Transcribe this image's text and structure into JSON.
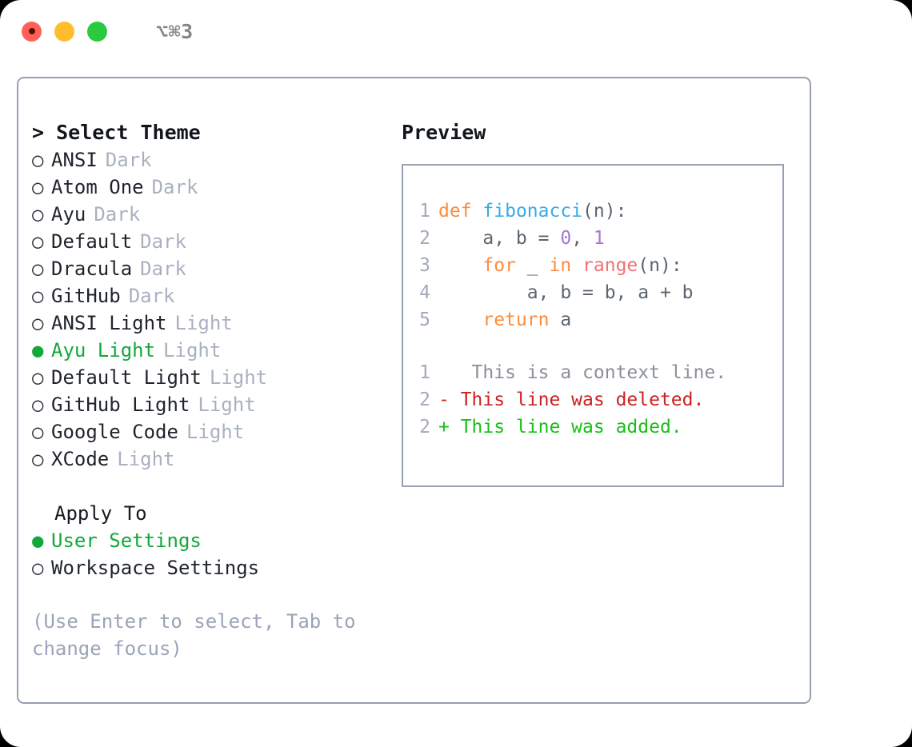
{
  "titlebar": {
    "shortcut": "⌥⌘3",
    "buttons": [
      {
        "name": "close",
        "color": "#ff6058"
      },
      {
        "name": "minimize",
        "color": "#ffbd2e"
      },
      {
        "name": "maximize",
        "color": "#2ac940"
      }
    ]
  },
  "left": {
    "heading": "> Select Theme",
    "themes": [
      {
        "bullet": "○",
        "name": "ANSI",
        "kind": "Dark",
        "selected": false
      },
      {
        "bullet": "○",
        "name": "Atom One",
        "kind": "Dark",
        "selected": false
      },
      {
        "bullet": "○",
        "name": "Ayu",
        "kind": "Dark",
        "selected": false
      },
      {
        "bullet": "○",
        "name": "Default",
        "kind": "Dark",
        "selected": false
      },
      {
        "bullet": "○",
        "name": "Dracula",
        "kind": "Dark",
        "selected": false
      },
      {
        "bullet": "○",
        "name": "GitHub",
        "kind": "Dark",
        "selected": false
      },
      {
        "bullet": "○",
        "name": "ANSI Light",
        "kind": "Light",
        "selected": false
      },
      {
        "bullet": "●",
        "name": "Ayu Light",
        "kind": "Light",
        "selected": true
      },
      {
        "bullet": "○",
        "name": "Default Light",
        "kind": "Light",
        "selected": false
      },
      {
        "bullet": "○",
        "name": "GitHub Light",
        "kind": "Light",
        "selected": false
      },
      {
        "bullet": "○",
        "name": "Google Code",
        "kind": "Light",
        "selected": false
      },
      {
        "bullet": "○",
        "name": "XCode",
        "kind": "Light",
        "selected": false
      }
    ],
    "apply_to": {
      "heading": "Apply To",
      "options": [
        {
          "bullet": "●",
          "label": "User Settings",
          "selected": true
        },
        {
          "bullet": "○",
          "label": "Workspace Settings",
          "selected": false
        }
      ]
    },
    "hint": "(Use Enter to select, Tab to change focus)"
  },
  "right": {
    "heading": "Preview",
    "code_lines": [
      {
        "lineno": "1",
        "tokens": [
          {
            "t": "def",
            "c": "kw"
          },
          {
            "t": " ",
            "c": "plain"
          },
          {
            "t": "fibonacci",
            "c": "fn"
          },
          {
            "t": "(n):",
            "c": "plain"
          }
        ]
      },
      {
        "lineno": "2",
        "tokens": [
          {
            "t": "    a, b = ",
            "c": "plain"
          },
          {
            "t": "0",
            "c": "num"
          },
          {
            "t": ", ",
            "c": "plain"
          },
          {
            "t": "1",
            "c": "num"
          }
        ]
      },
      {
        "lineno": "3",
        "tokens": [
          {
            "t": "    ",
            "c": "plain"
          },
          {
            "t": "for",
            "c": "kw"
          },
          {
            "t": " _ ",
            "c": "plain"
          },
          {
            "t": "in",
            "c": "kw"
          },
          {
            "t": " ",
            "c": "plain"
          },
          {
            "t": "range",
            "c": "call"
          },
          {
            "t": "(n):",
            "c": "plain"
          }
        ]
      },
      {
        "lineno": "4",
        "tokens": [
          {
            "t": "        a, b = b, a + b",
            "c": "plain"
          }
        ]
      },
      {
        "lineno": "5",
        "tokens": [
          {
            "t": "    ",
            "c": "plain"
          },
          {
            "t": "return",
            "c": "kw"
          },
          {
            "t": " a",
            "c": "plain"
          }
        ]
      }
    ],
    "diff_lines": [
      {
        "lineno": "1",
        "marker": " ",
        "text": "  This is a context line.",
        "kind": "ctx"
      },
      {
        "lineno": "2",
        "marker": "-",
        "text": " This line was deleted.",
        "kind": "del"
      },
      {
        "lineno": "2",
        "marker": "+",
        "text": " This line was added.",
        "kind": "add"
      }
    ]
  },
  "colors": {
    "accent_green": "#12a83c",
    "border": "#98a0b3",
    "muted": "#a9b1c0",
    "hint": "#9ba3b8",
    "keyword": "#fa8d3e",
    "function": "#3aabe2",
    "number": "#a37acc",
    "call": "#f07171",
    "diff_delete": "#cc2222",
    "diff_add": "#17c017",
    "lineno": "#a2aab9"
  }
}
